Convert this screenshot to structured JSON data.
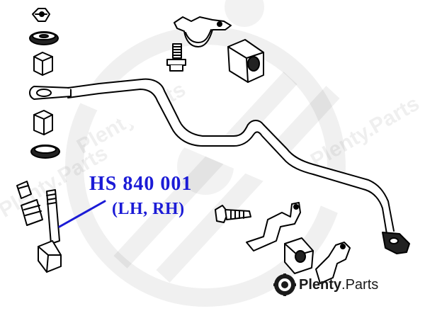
{
  "callout": {
    "part_number": "HS 840 001",
    "side": "(LH, RH)",
    "color": "#1b1bd6"
  },
  "brand": {
    "name_bold": "Plenty",
    "name_rest": ".Parts",
    "icon": "plenty-parts-logo-icon"
  },
  "watermark": {
    "text": "Plenty.Parts"
  }
}
